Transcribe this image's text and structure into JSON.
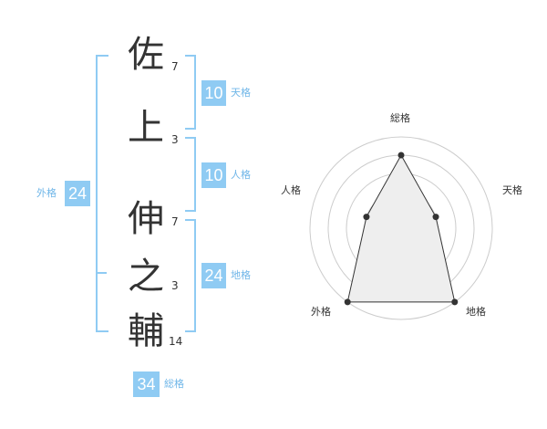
{
  "name": {
    "chars": [
      {
        "char": "佐",
        "strokes": "7"
      },
      {
        "char": "上",
        "strokes": "3"
      },
      {
        "char": "伸",
        "strokes": "7"
      },
      {
        "char": "之",
        "strokes": "3"
      },
      {
        "char": "輔",
        "strokes": "14"
      }
    ]
  },
  "kakusu": {
    "tenkaku": {
      "value": "10",
      "label": "天格"
    },
    "jinkaku": {
      "value": "10",
      "label": "人格"
    },
    "chikaku": {
      "value": "24",
      "label": "地格"
    },
    "gaikaku": {
      "value": "24",
      "label": "外格"
    },
    "soukaku": {
      "value": "34",
      "label": "総格"
    }
  },
  "chart_data": {
    "type": "radar",
    "axes": [
      "総格",
      "天格",
      "地格",
      "外格",
      "人格"
    ],
    "values": [
      4,
      2,
      5,
      5,
      2
    ],
    "max": 5,
    "colors": {
      "line": "#333333",
      "fill": "#eeeeee",
      "grid": "#cccccc"
    }
  }
}
